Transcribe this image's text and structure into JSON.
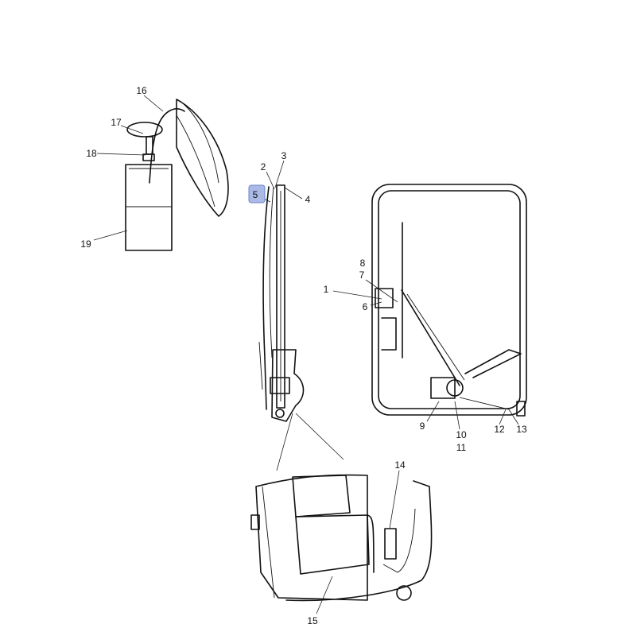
{
  "diagram": {
    "callouts": [
      "1",
      "2",
      "3",
      "4",
      "5",
      "6",
      "7",
      "8",
      "9",
      "10",
      "11",
      "12",
      "13",
      "14",
      "15",
      "16",
      "17",
      "18",
      "19"
    ],
    "highlighted_callout": "5",
    "highlight_color": "#aab9e6"
  }
}
